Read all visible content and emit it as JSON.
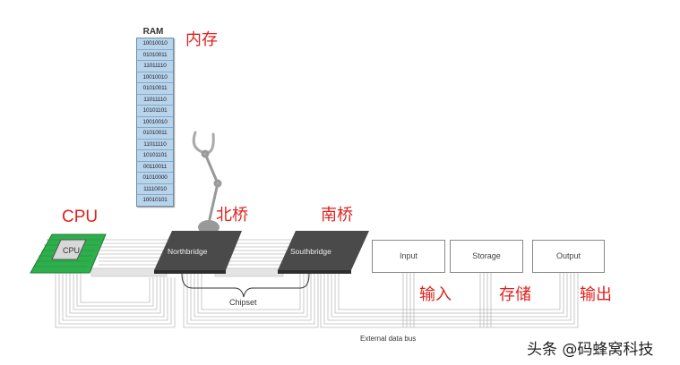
{
  "diagram": {
    "ram": {
      "title": "RAM",
      "rows": [
        "10010010",
        "01010011",
        "11011110",
        "10010010",
        "01010011",
        "11011110",
        "10101101",
        "10010010",
        "01010011",
        "11011110",
        "10101101",
        "00110011",
        "01010000",
        "11110010",
        "10010101"
      ]
    },
    "components": {
      "cpu": "CPU",
      "northbridge": "Northbridge",
      "southbridge": "Southbridge",
      "input": "Input",
      "storage": "Storage",
      "output": "Output"
    },
    "labels": {
      "chipset": "Chipset",
      "external_bus": "External data bus"
    },
    "annotations_cn": {
      "ram": "内存",
      "cpu": "CPU",
      "northbridge": "北桥",
      "southbridge": "南桥",
      "input": "输入",
      "storage": "存储",
      "output": "输出"
    },
    "watermark": "头条 @码蜂窝科技",
    "colors": {
      "annotation": "#e0201c",
      "cpu_board": "#2fae4c",
      "chip": "#4a4a4a",
      "ram_fill": "#b8d4ea"
    }
  }
}
